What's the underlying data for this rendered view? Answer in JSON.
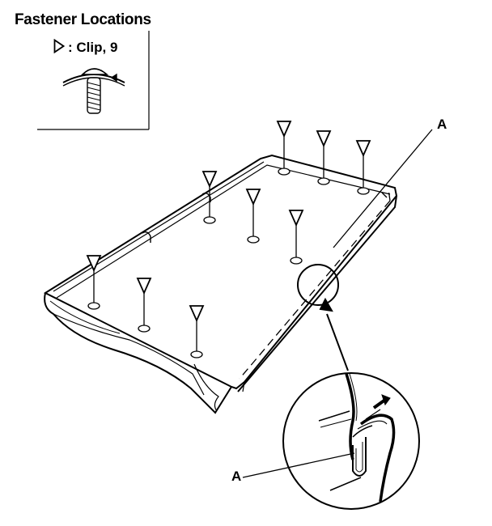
{
  "diagram": {
    "title": "Fastener Locations",
    "legend": {
      "symbol": "triangle-outline-icon",
      "separator": ":",
      "label": "Clip, 9"
    },
    "callouts": [
      "A",
      "A"
    ],
    "clip_count": 9
  }
}
